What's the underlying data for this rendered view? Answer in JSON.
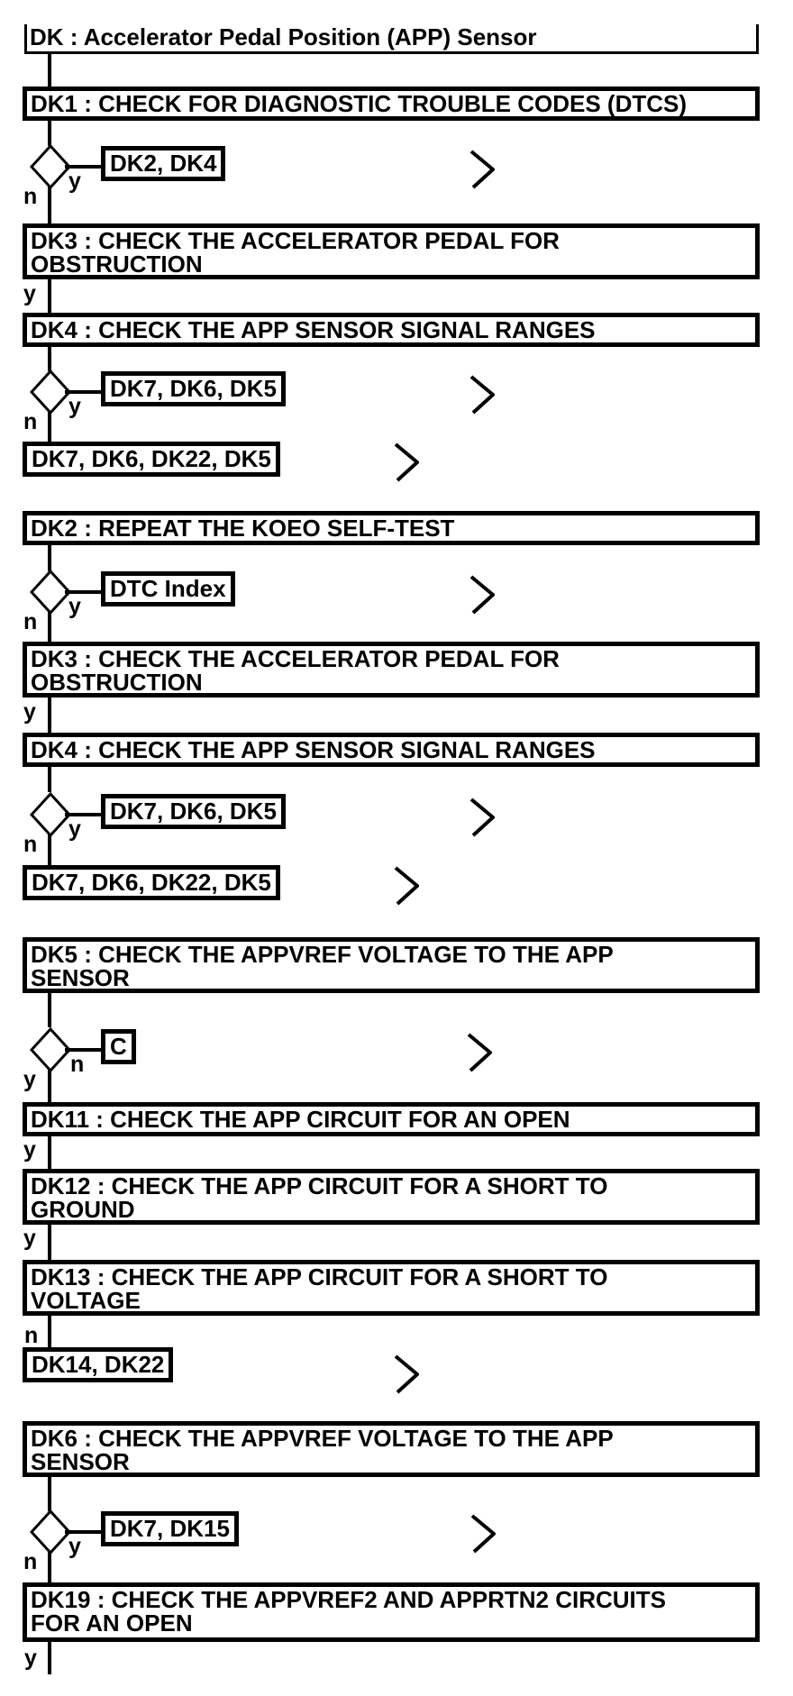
{
  "flowchart": {
    "title": "DK : Accelerator Pedal Position (APP) Sensor",
    "branch": {
      "yes": "y",
      "no": "n"
    },
    "steps": {
      "dk1": "DK1 : CHECK FOR DIAGNOSTIC TROUBLE CODES (DTCS)",
      "dk2": "DK2 : REPEAT THE KOEO SELF-TEST",
      "dk3": "DK3 : CHECK THE ACCELERATOR PEDAL FOR\nOBSTRUCTION",
      "dk4": "DK4 : CHECK THE APP SENSOR SIGNAL RANGES",
      "dk5": "DK5 : CHECK THE APPVREF VOLTAGE TO THE APP\nSENSOR",
      "dk6": "DK6 : CHECK THE APPVREF VOLTAGE TO THE APP\nSENSOR",
      "dk11": "DK11 : CHECK THE APP CIRCUIT FOR AN OPEN",
      "dk12": "DK12 : CHECK THE APP CIRCUIT FOR A SHORT TO\nGROUND",
      "dk13": "DK13 : CHECK THE APP CIRCUIT FOR A SHORT TO\nVOLTAGE",
      "dk19": "DK19 : CHECK THE APPVREF2 AND APPRTN2 CIRCUITS\nFOR AN OPEN"
    },
    "refs": {
      "dk2_dk4": "DK2, DK4",
      "dk7_dk6_dk5": "DK7, DK6, DK5",
      "dk7_dk6_dk22_dk5": "DK7, DK6, DK22, DK5",
      "dtc_index": "DTC Index",
      "c": "C",
      "dk14_dk22": "DK14, DK22",
      "dk7_dk15": "DK7, DK15"
    }
  }
}
